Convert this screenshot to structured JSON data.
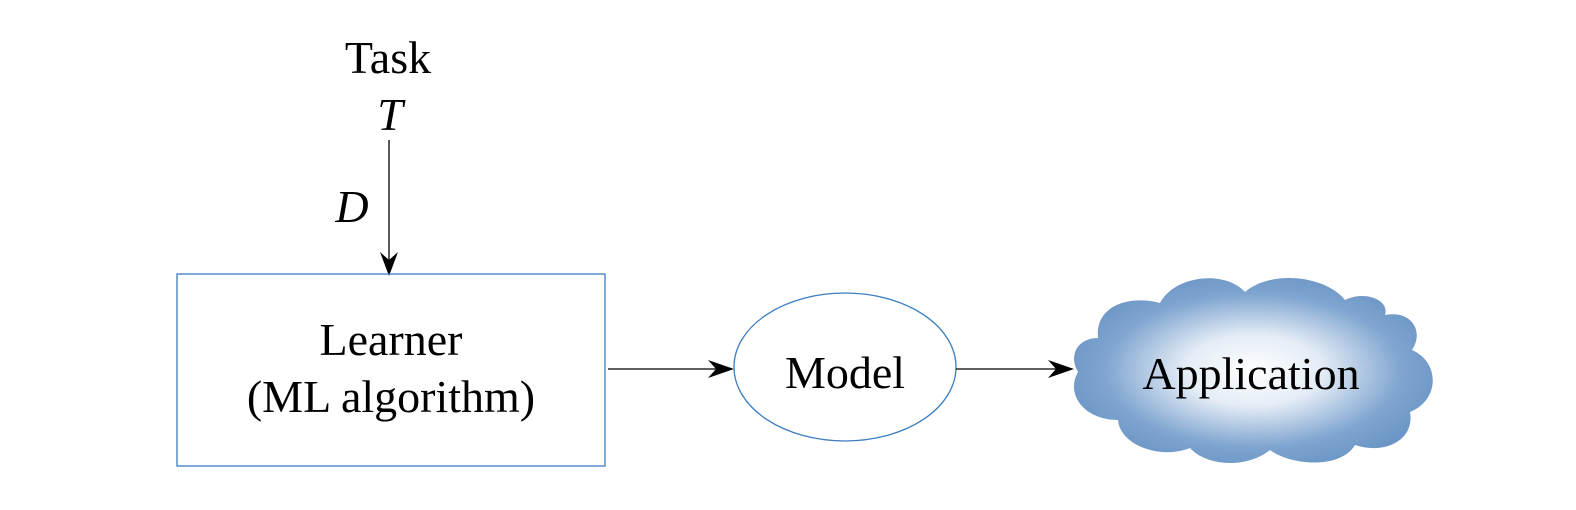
{
  "colors": {
    "background": "#ffffff",
    "box_stroke": "#3b7dc0",
    "cloud_fill": "#6a95c5",
    "cloud_center": "#ffffff",
    "arrow": "#000000"
  },
  "diagram": {
    "task": {
      "title": "Task",
      "symbol": "T"
    },
    "edge_task_to_learner": {
      "label": "D"
    },
    "learner": {
      "line1": "Learner",
      "line2": "(ML algorithm)"
    },
    "model": {
      "label": "Model"
    },
    "application": {
      "label": "Application"
    }
  }
}
